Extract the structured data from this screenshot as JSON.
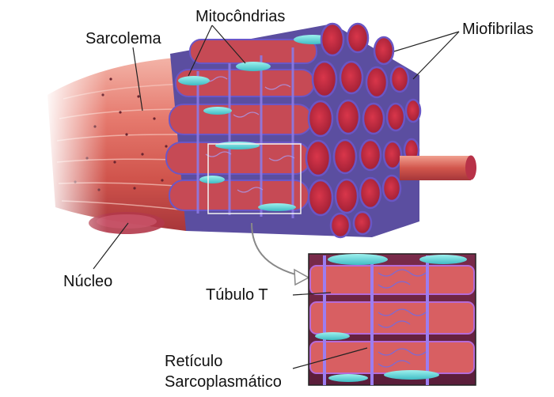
{
  "labels": {
    "sarcolema": "Sarcolema",
    "mitocondrias": "Mitocôndrias",
    "miofibrilas": "Miofibrilas",
    "nucleo": "Núcleo",
    "tubulo_t": "Túbulo T",
    "reticulo_line1": "Retículo",
    "reticulo_line2": "Sarcoplasmático"
  }
}
